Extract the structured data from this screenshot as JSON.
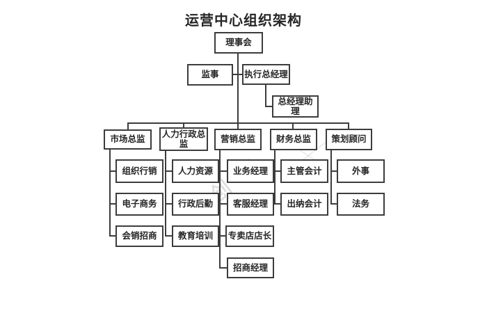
{
  "title": "运营中心组织架构",
  "watermark": "创网",
  "colors": {
    "line": "#3c3c3c",
    "text": "#262626",
    "background": "#ffffff",
    "watermark": "#c4c4c4"
  },
  "org": {
    "board": {
      "label": "理事会"
    },
    "supervisor": {
      "label": "监事"
    },
    "executive": {
      "label": "执行总经理"
    },
    "assistant": {
      "label": "总经理助理"
    },
    "directors": [
      {
        "label": "市场总监",
        "children": [
          "组织行销",
          "电子商务",
          "会销招商"
        ]
      },
      {
        "label": "人力行政总监",
        "children": [
          "人力资源",
          "行政后勤",
          "教育培训"
        ]
      },
      {
        "label": "营销总监",
        "children": [
          "业务经理",
          "客服经理",
          "专卖店店长",
          "招商经理"
        ]
      },
      {
        "label": "财务总监",
        "children": [
          "主管会计",
          "出纳会计"
        ]
      },
      {
        "label": "策划顾问",
        "children": [
          "外事",
          "法务"
        ]
      }
    ]
  }
}
